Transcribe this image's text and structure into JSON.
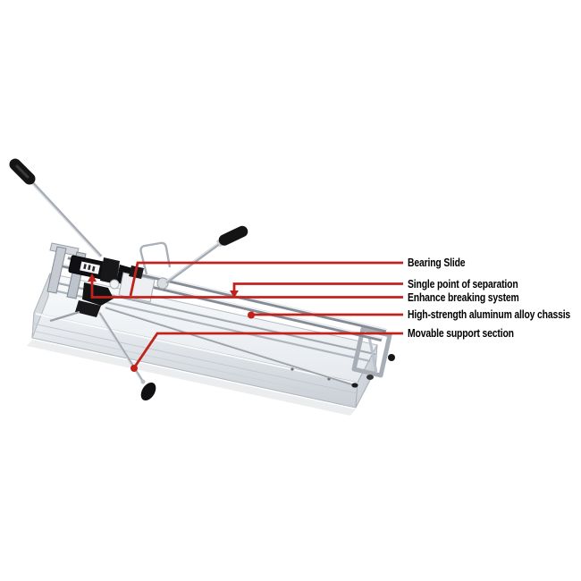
{
  "figure": {
    "subject": "manual-tile-cutter",
    "accent_color": "#c2221c",
    "callouts": [
      {
        "label": "Bearing Slide"
      },
      {
        "label": "Single point of separation"
      },
      {
        "label": "Enhance breaking system"
      },
      {
        "label": "High-strength aluminum alloy chassis"
      },
      {
        "label": "Movable support section"
      }
    ]
  }
}
